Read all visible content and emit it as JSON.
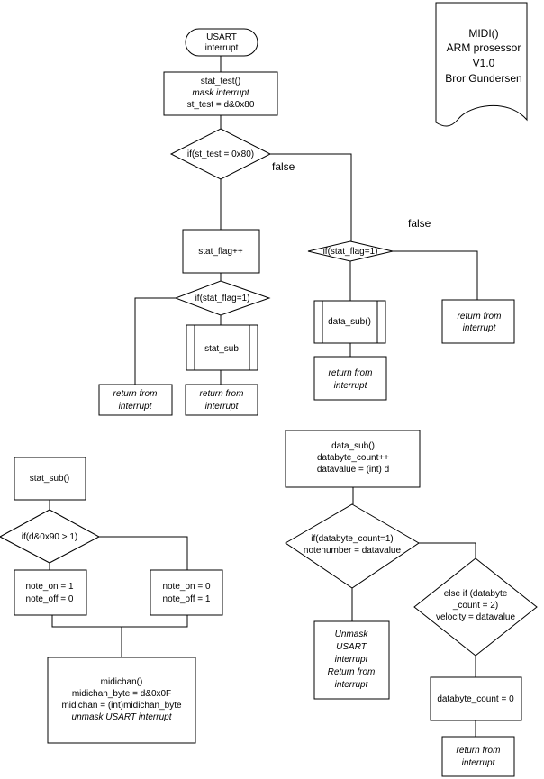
{
  "doc_note": [
    "MIDI()",
    "ARM prosessor",
    "V1.0",
    "Bror Gundersen"
  ],
  "labels": {
    "false1": "false",
    "false2": "false"
  },
  "nodes": {
    "start": {
      "lines": [
        "USART",
        "interrupt"
      ]
    },
    "stat_test": {
      "lines": [
        "stat_test()",
        "mask interrupt",
        "st_test = d&0x80"
      ]
    },
    "if_st_test": {
      "lines": [
        "if(st_test = 0x80)"
      ]
    },
    "stat_flag_inc": {
      "lines": [
        "stat_flag++"
      ]
    },
    "if_stat_flag_left": {
      "lines": [
        "if(stat_flag=1)"
      ]
    },
    "stat_sub_call": {
      "lines": [
        "stat_sub"
      ]
    },
    "return_left_1": {
      "lines": [
        "return from",
        "interrupt"
      ]
    },
    "return_left_2": {
      "lines": [
        "return from",
        "interrupt"
      ]
    },
    "if_stat_flag_right": {
      "lines": [
        "if(stat_flag=1)"
      ]
    },
    "data_sub_call": {
      "lines": [
        "data_sub()"
      ]
    },
    "return_right_1": {
      "lines": [
        "return from",
        "interrupt"
      ]
    },
    "return_right_2": {
      "lines": [
        "return from",
        "interrupt"
      ]
    },
    "stat_sub_def": {
      "lines": [
        "stat_sub()"
      ]
    },
    "if_d_and_90": {
      "lines": [
        "if(d&0x90 > 1)"
      ]
    },
    "note_on_1": {
      "lines": [
        "note_on = 1",
        "note_off = 0"
      ]
    },
    "note_on_0": {
      "lines": [
        "note_on = 0",
        "note_off = 1"
      ]
    },
    "midichan": {
      "lines": [
        "midichan()",
        "midichan_byte = d&0x0F",
        "midichan = (int)midichan_byte",
        "unmask USART interrupt"
      ]
    },
    "data_sub_def": {
      "lines": [
        "data_sub()",
        "databyte_count++",
        "datavalue = (int) d"
      ]
    },
    "if_databyte_1": {
      "lines": [
        "if(databyte_count=1)",
        "notenumber = datavalue"
      ]
    },
    "if_databyte_2": {
      "lines": [
        "else if (databyte",
        "_count = 2)",
        "velocity = datavalue"
      ]
    },
    "unmask_return": {
      "lines": [
        "Unmask",
        "USART",
        "interrupt",
        "Return from",
        "interrupt"
      ]
    },
    "databyte_reset": {
      "lines": [
        "databyte_count = 0"
      ]
    },
    "return_bottom": {
      "lines": [
        "return from",
        "interrupt"
      ]
    }
  }
}
